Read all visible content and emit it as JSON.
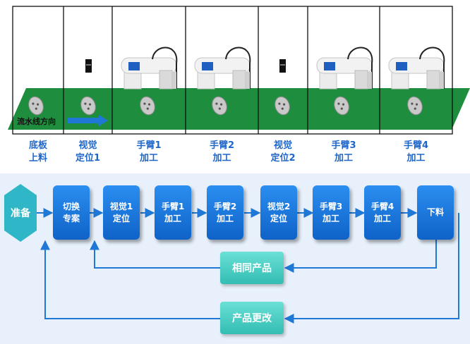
{
  "station_labels": [
    [
      "底板",
      "上料"
    ],
    [
      "视觉",
      "定位1"
    ],
    [
      "手臂1",
      "加工"
    ],
    [
      "手臂2",
      "加工"
    ],
    [
      "视觉",
      "定位2"
    ],
    [
      "手臂3",
      "加工"
    ],
    [
      "手臂4",
      "加工"
    ]
  ],
  "flow_direction_label": "流水线方向",
  "start_label": "准备",
  "process_steps": [
    [
      "切换",
      "专案"
    ],
    [
      "视觉1",
      "定位"
    ],
    [
      "手臂1",
      "加工"
    ],
    [
      "手臂2",
      "加工"
    ],
    [
      "视觉2",
      "定位"
    ],
    [
      "手臂3",
      "加工"
    ],
    [
      "手臂4",
      "加工"
    ],
    [
      "下料"
    ]
  ],
  "return_paths": {
    "same_product": "相同产品",
    "product_change": "产品更改"
  },
  "colors": {
    "conveyor": "#1e8e3e",
    "label_blue": "#1f66c9",
    "step_blue": "#0f62c8",
    "return_teal": "#3cc6bc",
    "start_teal": "#2fb7c8",
    "arrow_blue": "#1f77d6"
  }
}
